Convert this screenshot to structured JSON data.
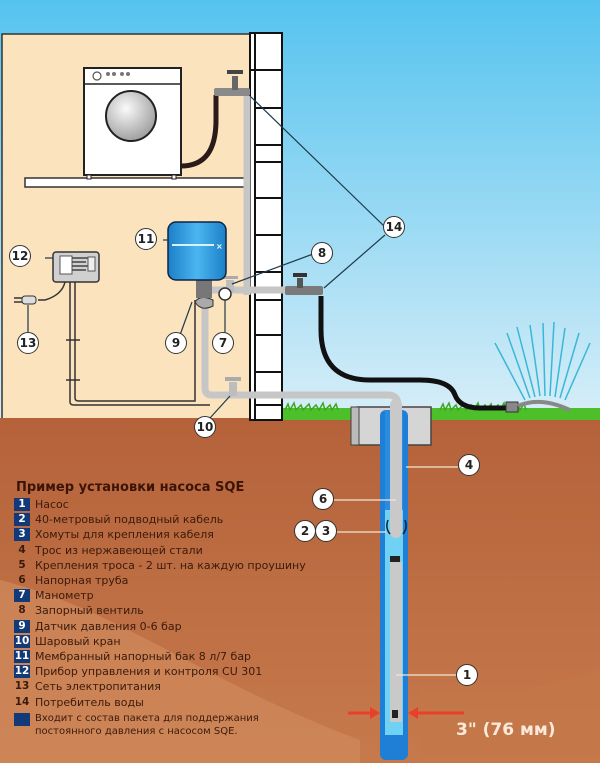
{
  "legend": {
    "title": "Пример установки насоса SQE",
    "items": [
      {
        "num": "1",
        "text": "Насос",
        "in_package": true
      },
      {
        "num": "2",
        "text": "40-метровый подводный кабель",
        "in_package": true
      },
      {
        "num": "3",
        "text": "Хомуты для крепления кабеля",
        "in_package": true
      },
      {
        "num": "4",
        "text": "Трос из нержавеющей стали",
        "in_package": false
      },
      {
        "num": "5",
        "text": "Крепления троса - 2 шт. на каждую проушину",
        "in_package": false
      },
      {
        "num": "6",
        "text": "Напорная труба",
        "in_package": false
      },
      {
        "num": "7",
        "text": "Манометр",
        "in_package": true
      },
      {
        "num": "8",
        "text": "Запорный вентиль",
        "in_package": false
      },
      {
        "num": "9",
        "text": "Датчик давления 0-6 бар",
        "in_package": true
      },
      {
        "num": "10",
        "text": "Шаровый кран",
        "in_package": true
      },
      {
        "num": "11",
        "text": "Мембранный напорный бак 8 л/7 бар",
        "in_package": true
      },
      {
        "num": "12",
        "text": "Прибор управления и контроля CU 301",
        "in_package": true
      },
      {
        "num": "13",
        "text": "Сеть электропитания",
        "in_package": false
      },
      {
        "num": "14",
        "text": "Потребитель воды",
        "in_package": false
      }
    ],
    "note": "Входит с состав пакета для поддержания постоянного давления с насосом SQE."
  },
  "callouts": {
    "c1": "1",
    "c2": "2",
    "c3": "3",
    "c4": "4",
    "c6": "6",
    "c7": "7",
    "c8": "8",
    "c9": "9",
    "c10": "10",
    "c11": "11",
    "c12": "12",
    "c13": "13",
    "c14": "14"
  },
  "dimension_label": "3\" (76 мм)",
  "colors": {
    "sky": "#5cc6ee",
    "indoor_wall": "#fbe3bd",
    "soil": "#b8673a",
    "soil_light": "#d08a5c",
    "grass": "#4cbf2a",
    "well_water": "#1f7fd6",
    "pipe": "#c6c6c6",
    "package_marker": "#123a78",
    "tank": "#2e9be0",
    "arrow": "#e8402a"
  }
}
